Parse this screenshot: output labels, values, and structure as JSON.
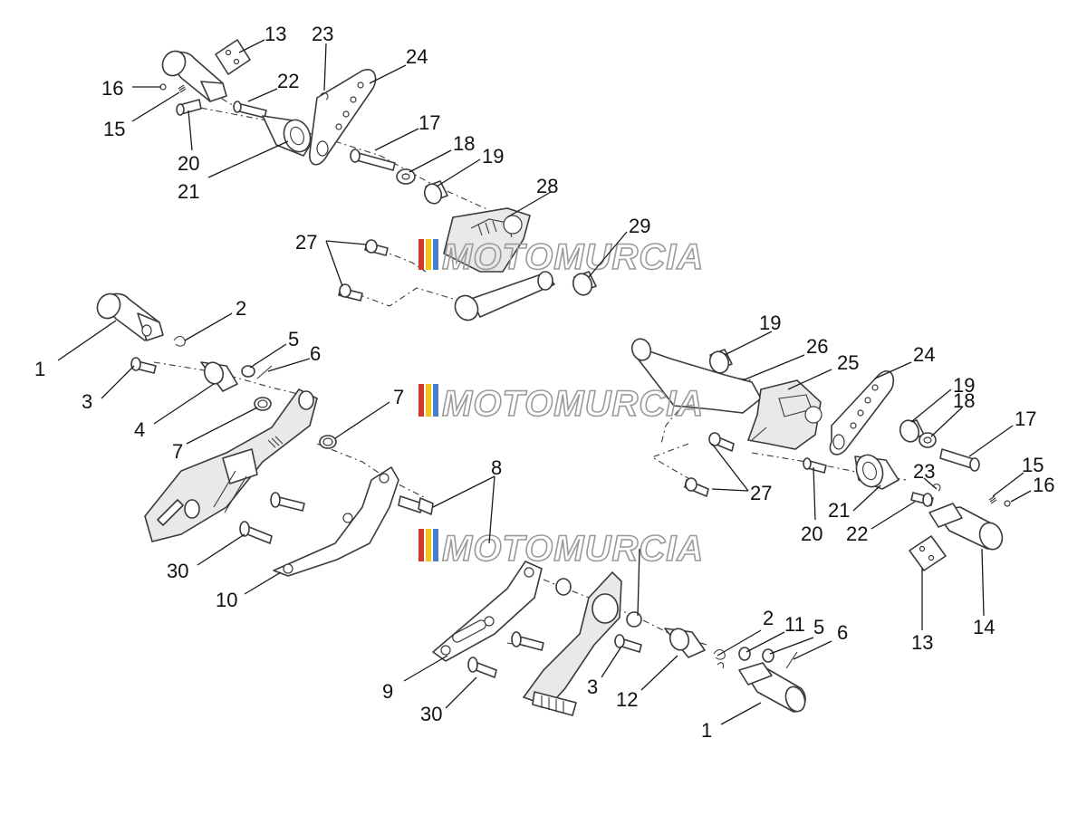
{
  "diagram": {
    "callouts": {
      "c13a": "13",
      "c23a": "23",
      "c24a": "24",
      "c16a": "16",
      "c22a": "22",
      "c15a": "15",
      "c20a": "20",
      "c21a": "21",
      "c17a": "17",
      "c18a": "18",
      "c19a": "19",
      "c28": "28",
      "c27a": "27",
      "c29": "29",
      "c2a": "2",
      "c1a": "1",
      "c5a": "5",
      "c6a": "6",
      "c3a": "3",
      "c4": "4",
      "c7a": "7",
      "c7b": "7",
      "c8": "8",
      "c30a": "30",
      "c10": "10",
      "c19b": "19",
      "c26": "26",
      "c25": "25",
      "c24b": "24",
      "c19c": "19",
      "c18b": "18",
      "c17b": "17",
      "c15b": "15",
      "c16b": "16",
      "c23b": "23",
      "c27b": "27",
      "c20b": "20",
      "c21b": "21",
      "c22b": "22",
      "c13b": "13",
      "c14": "14",
      "c2b": "2",
      "c11": "11",
      "c5b": "5",
      "c6b": "6",
      "c9": "9",
      "c3b": "3",
      "c12": "12",
      "c30b": "30",
      "c1b": "1"
    },
    "watermark": {
      "text": "MOTOMURCIA",
      "flag_colors": [
        "#d23a2c",
        "#f0c419",
        "#4a7fd0"
      ]
    }
  }
}
